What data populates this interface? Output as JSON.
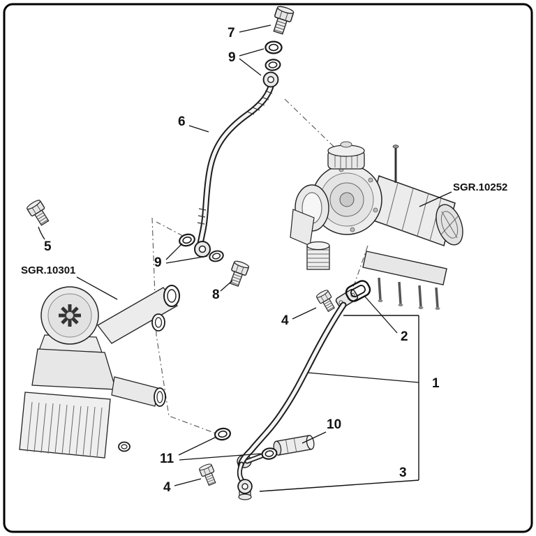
{
  "callouts": {
    "n1": "1",
    "n2": "2",
    "n3": "3",
    "n4": "4",
    "n5": "5",
    "n6": "6",
    "n7": "7",
    "n8": "8",
    "n9": "9",
    "n10": "10",
    "n11": "11"
  },
  "references": {
    "turbocharger": "SGR.10252",
    "oil_filter_housing": "SGR.10301"
  },
  "colors": {
    "line": "#1a1a1a",
    "part_fill": "#ededed",
    "background": "#ffffff"
  }
}
